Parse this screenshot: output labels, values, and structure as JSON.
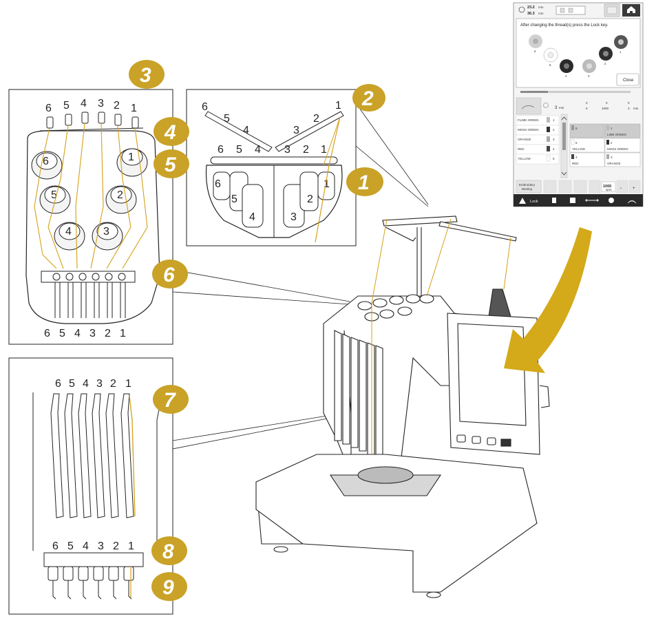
{
  "badges": {
    "b1": "1",
    "b2": "2",
    "b3": "3",
    "b4": "4",
    "b5": "5",
    "b6": "6",
    "b7": "7",
    "b8": "8",
    "b9": "9"
  },
  "spool_numbers": [
    "1",
    "2",
    "3",
    "4",
    "5",
    "6"
  ],
  "screen": {
    "dim_width": "23.2",
    "dim_height": "36.3",
    "dim_unit": "mm",
    "message": "After changing the thread(s) press the Lock key.",
    "spool_labels": [
      "1",
      "2",
      "3",
      "4",
      "5",
      "6"
    ],
    "close_label": "Close",
    "stitch_label": "3",
    "stitch_unit": "min",
    "count_top": "0",
    "count_bottom": "5",
    "stitch_count_top": "0",
    "stitch_count_bottom": "1000",
    "time_top": "0",
    "time_bottom": "3",
    "time_unit": "min",
    "color_list": [
      {
        "name": "FLIME GREEN",
        "num": "1"
      },
      {
        "name": "MOSS GREEN",
        "num": "2"
      },
      {
        "name": "ORANGE",
        "num": "3"
      },
      {
        "name": "RED",
        "num": "4"
      },
      {
        "name": "YELLOW",
        "num": "5"
      }
    ],
    "needle_grid": [
      {
        "num": "6",
        "name": ""
      },
      {
        "num": "1",
        "name": "LIME GREEN"
      },
      {
        "num": "5",
        "name": "YELLOW"
      },
      {
        "num": "2",
        "name": "MOSS GREEN"
      },
      {
        "num": "4",
        "name": "RED"
      },
      {
        "num": "3",
        "name": "ORANGE"
      }
    ],
    "embroidery_btn_line1": "Embroidery",
    "embroidery_btn_line2": "Basting",
    "speed_value": "1000",
    "speed_unit": "spm",
    "minus": "−",
    "plus": "+",
    "lock_label": "Lock"
  },
  "colors": {
    "badge": "#c9a227",
    "thread": "#d4a017",
    "arrow": "#d4a91a",
    "statusbar": "#2a2a2a",
    "line": "#222222"
  }
}
